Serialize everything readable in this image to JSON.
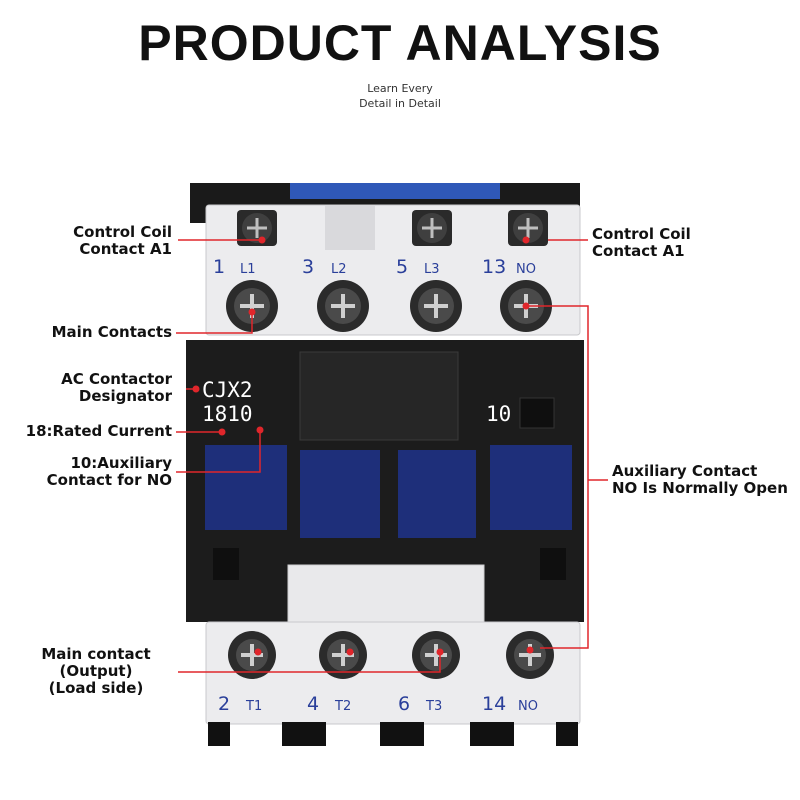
{
  "header": {
    "title": "PRODUCT ANALYSIS",
    "subtitle_line1": "Learn Every",
    "subtitle_line2": "Detail in Detail"
  },
  "callouts": {
    "coil_left": [
      "Control Coil",
      "Contact A1"
    ],
    "coil_right": [
      "Control Coil",
      "Contact A1"
    ],
    "main_contacts": "Main Contacts",
    "designator": [
      "AC Contactor",
      "Designator"
    ],
    "rated_current": "18:Rated Current",
    "auxiliary_no": [
      "10:Auxiliary",
      "Contact for NO"
    ],
    "aux_normally_open": [
      "Auxiliary Contact",
      "NO Is Normally Open"
    ],
    "output": [
      "Main contact",
      "(Output)",
      "(Load side)"
    ]
  },
  "device": {
    "model_line1": "CJX2",
    "model_line2": "1810",
    "aux_code": "10",
    "top_terminals": [
      {
        "num": "1",
        "sub": "L1"
      },
      {
        "num": "3",
        "sub": "L2"
      },
      {
        "num": "5",
        "sub": "L3"
      },
      {
        "num": "13",
        "sub": "NO"
      }
    ],
    "bottom_terminals": [
      {
        "num": "2",
        "sub": "T1"
      },
      {
        "num": "4",
        "sub": "T2"
      },
      {
        "num": "6",
        "sub": "T3"
      },
      {
        "num": "14",
        "sub": "NO"
      }
    ]
  },
  "colors": {
    "callout_line": "#e0262b",
    "terminal_text": "#2a3f9a",
    "body_dark": "#1c1c1c",
    "window_blue": "#1e2f7a"
  }
}
